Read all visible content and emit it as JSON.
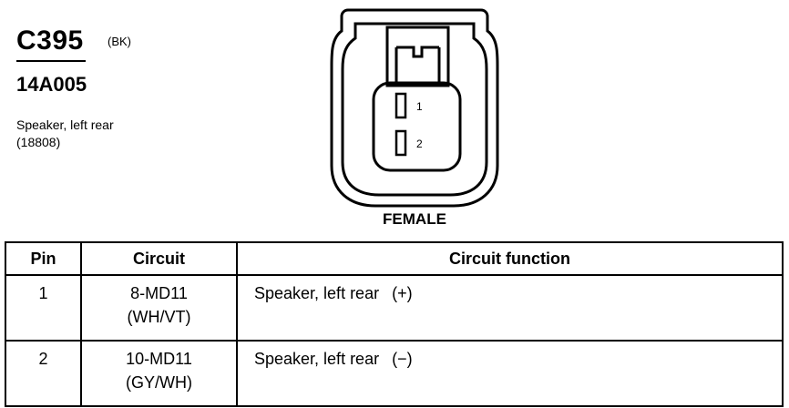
{
  "header": {
    "connector_id": "C395",
    "color_code": "(BK)",
    "part_number": "14A005",
    "description": "Speaker, left rear",
    "ref_number": "(18808)"
  },
  "diagram": {
    "face_label": "FEMALE",
    "terminals": [
      "1",
      "2"
    ]
  },
  "table": {
    "headers": {
      "pin": "Pin",
      "circuit": "Circuit",
      "function": "Circuit function"
    },
    "rows": [
      {
        "pin": "1",
        "circuit": "8-MD11",
        "wire": "(WH/VT)",
        "function": "Speaker, left rear",
        "polarity": "(+)"
      },
      {
        "pin": "2",
        "circuit": "10-MD11",
        "wire": "(GY/WH)",
        "function": "Speaker, left rear",
        "polarity": "(−)"
      }
    ]
  }
}
